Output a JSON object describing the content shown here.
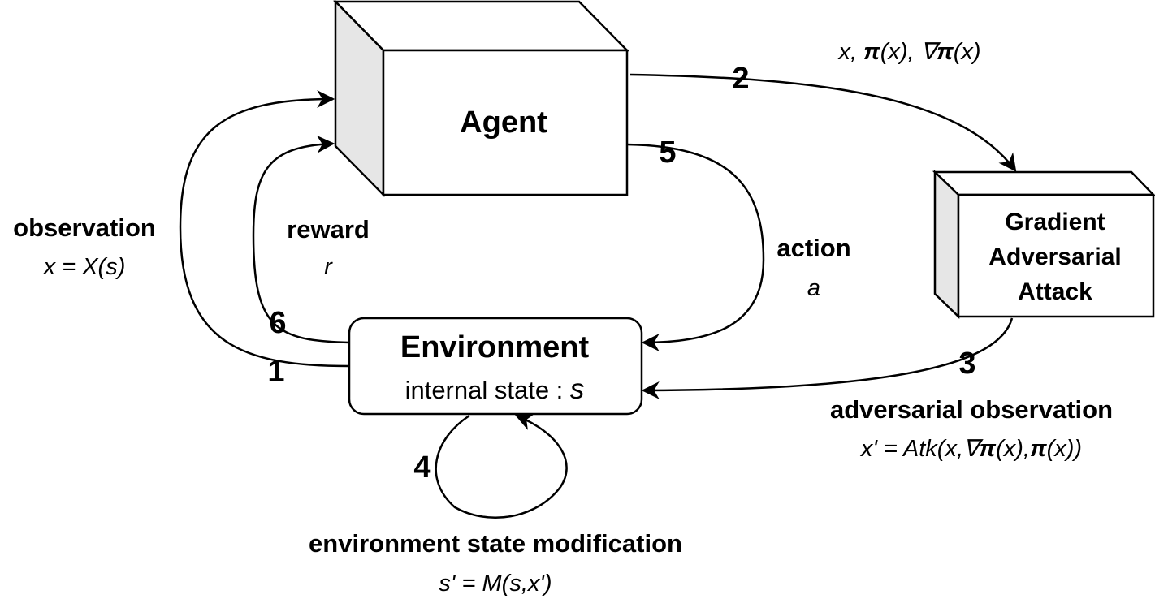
{
  "agent": {
    "label": "Agent"
  },
  "attack": {
    "lines": [
      "Gradient",
      "Adversarial",
      "Attack"
    ]
  },
  "environment": {
    "title": "Environment",
    "state_text": "internal state : ",
    "state_symbol": "s"
  },
  "edges": {
    "observation": {
      "title": "observation",
      "formula": "x = X(s)"
    },
    "reward": {
      "title": "reward",
      "symbol": "r"
    },
    "action": {
      "title": "action",
      "symbol": "a"
    },
    "policy": {
      "x": "x, ",
      "pi": "π",
      "px": "(x), ∇",
      "pi2": "π",
      "px2": "(x)"
    },
    "adversarial": {
      "title": "adversarial observation",
      "f1": "x' = Atk(x,∇",
      "pi": "π",
      "f2": "(x),",
      "pi2": "π",
      "f3": "(x))"
    },
    "modification": {
      "title": "environment state modification",
      "formula": "s' = M(s,x')"
    }
  },
  "steps": [
    "1",
    "2",
    "3",
    "4",
    "5",
    "6"
  ]
}
